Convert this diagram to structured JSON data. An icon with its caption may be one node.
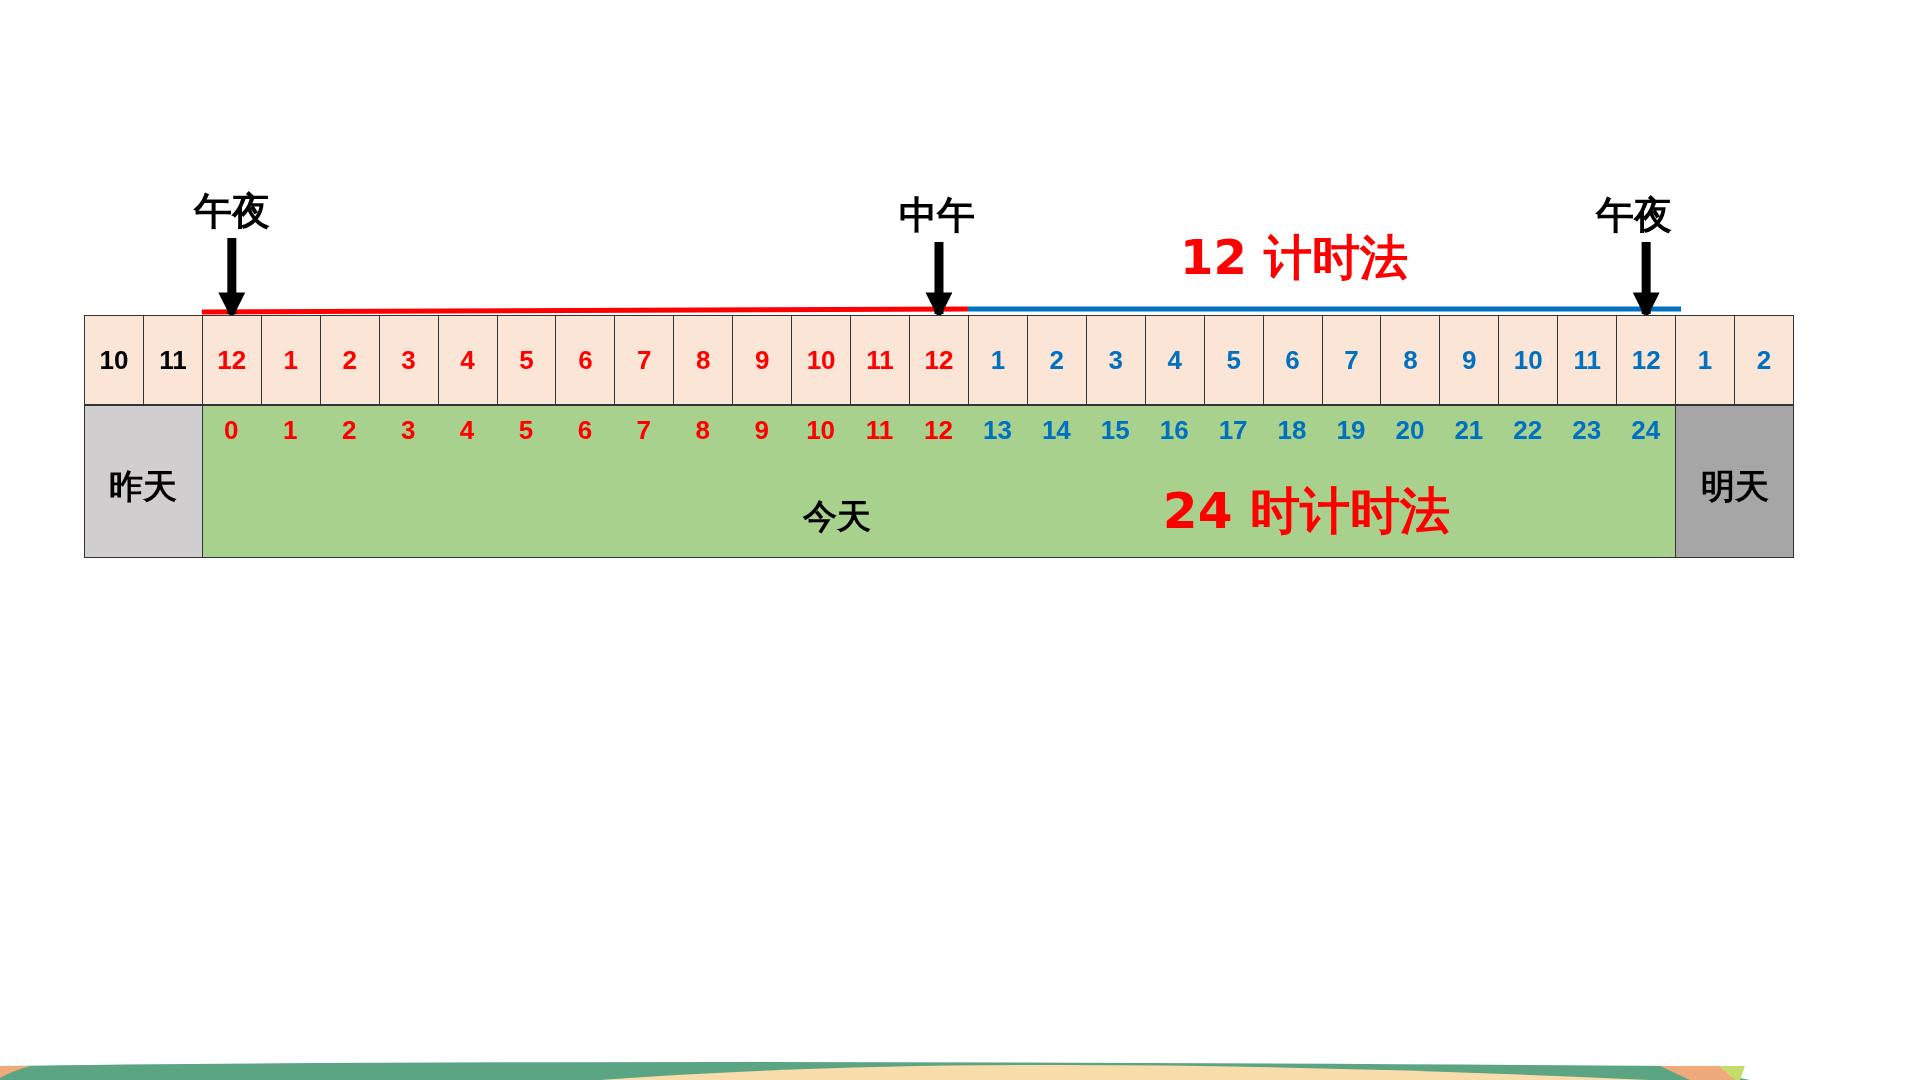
{
  "diagram": {
    "nodes": [
      {
        "text": [
          "午夜"
        ]
      },
      {
        "text": [
          "中午"
        ]
      },
      {
        "text": [
          "午夜"
        ]
      },
      {
        "text": [
          "10"
        ]
      },
      {
        "text": [
          "11"
        ]
      },
      {
        "text": [
          "12"
        ]
      },
      {
        "text": [
          "1"
        ]
      },
      {
        "text": [
          "2"
        ]
      },
      {
        "text": [
          "3"
        ]
      },
      {
        "text": [
          "4"
        ]
      },
      {
        "text": [
          "5"
        ]
      },
      {
        "text": [
          "6"
        ]
      },
      {
        "text": [
          "7"
        ]
      },
      {
        "text": [
          "8"
        ]
      },
      {
        "text": [
          "9"
        ]
      },
      {
        "text": [
          "10"
        ]
      },
      {
        "text": [
          "11"
        ]
      },
      {
        "text": [
          "12"
        ]
      },
      {
        "text": [
          "1"
        ]
      },
      {
        "text": [
          "2"
        ]
      },
      {
        "text": [
          "3"
        ]
      },
      {
        "text": [
          "4"
        ]
      },
      {
        "text": [
          "5"
        ]
      },
      {
        "text": [
          "6"
        ]
      },
      {
        "text": [
          "7"
        ]
      },
      {
        "text": [
          "8"
        ]
      },
      {
        "text": [
          "9"
        ]
      },
      {
        "text": [
          "10"
        ]
      },
      {
        "text": [
          "11"
        ]
      },
      {
        "text": [
          "12"
        ]
      },
      {
        "text": [
          "1"
        ]
      },
      {
        "text": [
          "2"
        ]
      },
      {
        "text": [
          "昨天"
        ]
      },
      {
        "text": [
          "今天",
          "24 时计时法"
        ]
      },
      {
        "text": [
          "明天"
        ]
      }
    ],
    "edges": [
      {
        "from": 0,
        "to": 5,
        "arrow": "to"
      },
      {
        "from": 1,
        "to": 17,
        "arrow": "to"
      },
      {
        "from": 2,
        "to": 29,
        "arrow": "to"
      }
    ],
    "labels": [
      "12 计时法",
      "0",
      "1",
      "2",
      "3",
      "4",
      "5",
      "6",
      "7",
      "8",
      "9",
      "10",
      "11",
      "12",
      "13",
      "14",
      "15",
      "16",
      "17",
      "18",
      "19",
      "20",
      "21",
      "22",
      "23",
      "24"
    ]
  }
}
